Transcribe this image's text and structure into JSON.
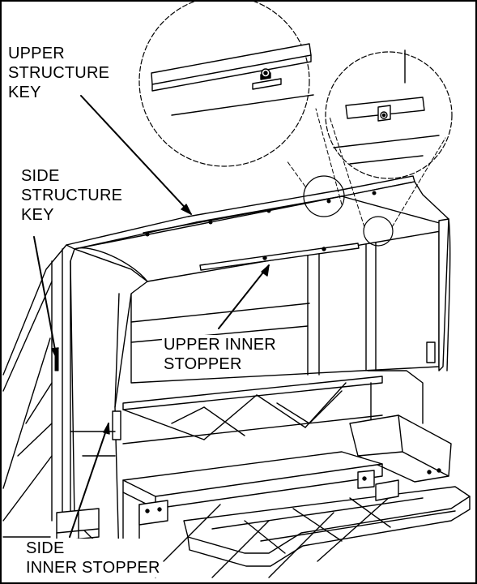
{
  "labels": {
    "upper_structure_key": [
      "UPPER",
      "STRUCTURE",
      "KEY"
    ],
    "side_structure_key": [
      "SIDE",
      "STRUCTURE",
      "KEY"
    ],
    "upper_inner_stopper": [
      "UPPER INNER",
      "STOPPER"
    ],
    "side_inner_stopper": [
      "SIDE",
      "INNER STOPPER"
    ]
  }
}
